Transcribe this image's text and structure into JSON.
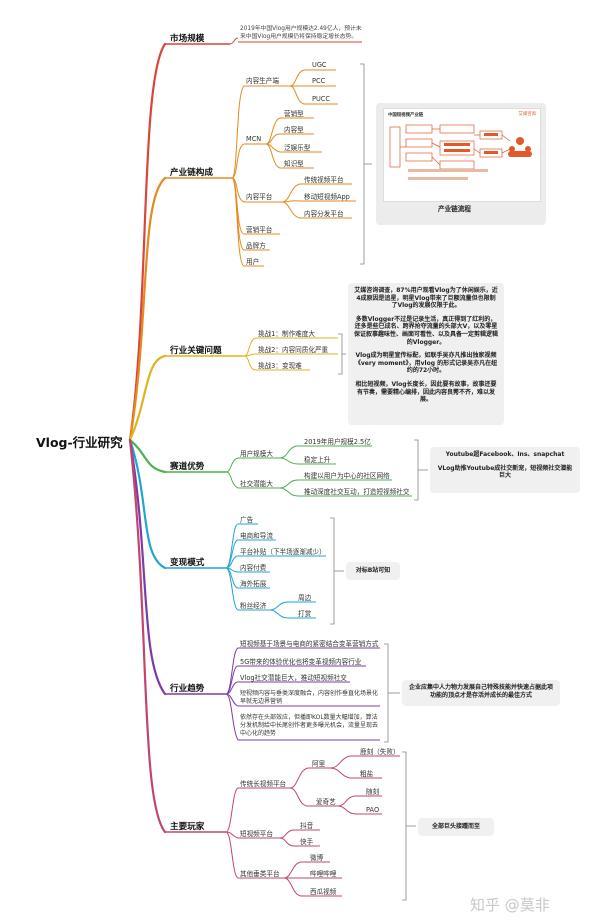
{
  "root": "Vlog-行业研究",
  "categories": {
    "market": {
      "label": "市场规模",
      "note": "2019年中国Vlog用户规模达2.49亿人，预计未来中国Vlog用户规模仍将保持稳定增长态势。"
    },
    "chain": {
      "label": "产业链构成",
      "content_producer": {
        "label": "内容生产端",
        "items": [
          "UGC",
          "PCC",
          "PUCC"
        ]
      },
      "mcn": {
        "label": "MCN",
        "items": [
          "营销型",
          "内容型",
          "泛娱乐型",
          "知识型"
        ]
      },
      "platform": {
        "label": "内容平台",
        "items": [
          "传统视频平台",
          "移动短视频App",
          "内容分发平台"
        ]
      },
      "others": [
        "营销平台",
        "品牌方",
        "用户"
      ],
      "image_caption": "产业链流程",
      "image_title": "中国短视频产业链",
      "image_logo": "艾媒咨询"
    },
    "issues": {
      "label": "行业关键问题",
      "items": [
        "挑战1：制作难度大",
        "挑战2：内容同质化严重",
        "挑战3：变现难"
      ],
      "callout": [
        "艾媒咨询调查，87%用户观看Vlog为了休闲娱乐，近4成原因是追星，明星Vlog带来了巨额流量但也限制了Vlog的发展仅限于此。",
        "多数Vlogger不过是记录生活，真正得到了红利的，还多是些已成名、跨界抢夺流量的头部大V，以及零星保证叙事趣味性、画面可看性、以及具备一定剪辑逻辑的Vlogger。",
        "Vlog成为明星宣传标配，如联手吴亦凡推出独家视频《very moment》，用vlog 的形式记录吴亦凡在纽约的72小时。",
        "相比短视频，Vlog长度长，因此要有故事，故事还要有节奏，需要精心编排，因此内容良莠不齐，难以发展。"
      ]
    },
    "advantage": {
      "label": "赛道优势",
      "user_scale": {
        "label": "用户规模大",
        "items": [
          "2019年用户规模2.5亿",
          "稳定上升"
        ]
      },
      "social": {
        "label": "社交潜能大",
        "items": [
          "构建以用户为中心的社区网络",
          "推动深度社交互动，打造短视频社交"
        ]
      },
      "callout": [
        "Youtube超Facebook、Ins、snapchat",
        "VLog助推Youtube成社交新宠，短视频社交潜能巨大"
      ]
    },
    "monetize": {
      "label": "变现模式",
      "items": [
        "广告",
        "电商和导流",
        "平台补贴（下半场逐渐减少）",
        "内容付费",
        "海外拓展"
      ],
      "fans": {
        "label": "粉丝经济",
        "items": [
          "周边",
          "打赏"
        ]
      },
      "callout": "对标B站可知"
    },
    "trend": {
      "label": "行业趋势",
      "items": [
        "短视频基于场景与电商的紧密结合变革营销方式",
        "5G带来的体验优化也将变革视频内容行业",
        "Vlog社交潜能巨大，推动短视频社交",
        "短视频内容与垂类深度融合，内容创作垂直化场景化早就无边界营销",
        "依然存在头部效应，但播即KOL数量大幅增加，算法分发机制给中长尾创作者更多曝光机会，流量呈现去中心化的趋势"
      ],
      "callout": "企业应集中人力物力发展自己特殊技能并快速占据此项功能的顶点才是存活并成长的最佳方式"
    },
    "players": {
      "label": "主要玩家",
      "long_video": {
        "label": "传统长视频平台",
        "iqiyi": {
          "label": "阿里",
          "items": [
            "鹿刻（失败）",
            "粗盐"
          ]
        },
        "youku": {
          "label": "爱奇艺",
          "items": [
            "随刻",
            "PAO"
          ]
        }
      },
      "short_video": {
        "label": "短视频平台",
        "items": [
          "抖音",
          "快手"
        ]
      },
      "vertical": {
        "label": "其他垂类平台",
        "items": [
          "微博",
          "哔哩哔哩",
          "西瓜视频"
        ]
      },
      "callout": "全部巨头接踵而至"
    }
  },
  "watermark": "知乎 @莫非",
  "colors": {
    "market": "#d9453a",
    "chain": "#e58a1f",
    "issues": "#e0b321",
    "advantage": "#4caf50",
    "monetize": "#22a6d1",
    "trend": "#7b3ca8",
    "players": "#c2456f"
  }
}
